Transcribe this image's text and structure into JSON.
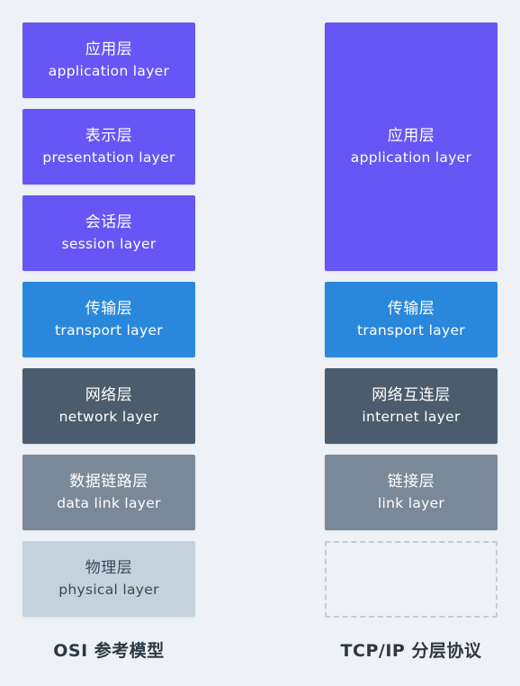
{
  "osi": {
    "caption": "OSI 参考模型",
    "layers": [
      {
        "zh": "应用层",
        "en": "application layer"
      },
      {
        "zh": "表示层",
        "en": "presentation layer"
      },
      {
        "zh": "会话层",
        "en": "session layer"
      },
      {
        "zh": "传输层",
        "en": "transport layer"
      },
      {
        "zh": "网络层",
        "en": "network layer"
      },
      {
        "zh": "数据链路层",
        "en": "data link layer"
      },
      {
        "zh": "物理层",
        "en": "physical layer"
      }
    ]
  },
  "tcpip": {
    "caption": "TCP/IP 分层协议",
    "layers": [
      {
        "zh": "应用层",
        "en": "application layer"
      },
      {
        "zh": "传输层",
        "en": "transport layer"
      },
      {
        "zh": "网络互连层",
        "en": "internet layer"
      },
      {
        "zh": "链接层",
        "en": "link layer"
      }
    ]
  },
  "colors": {
    "application": "#6656f5",
    "transport": "#2a88dc",
    "network": "#4a5c6d",
    "link": "#7a8998",
    "physical": "#c5d2dc",
    "background": "#eef2f6"
  }
}
